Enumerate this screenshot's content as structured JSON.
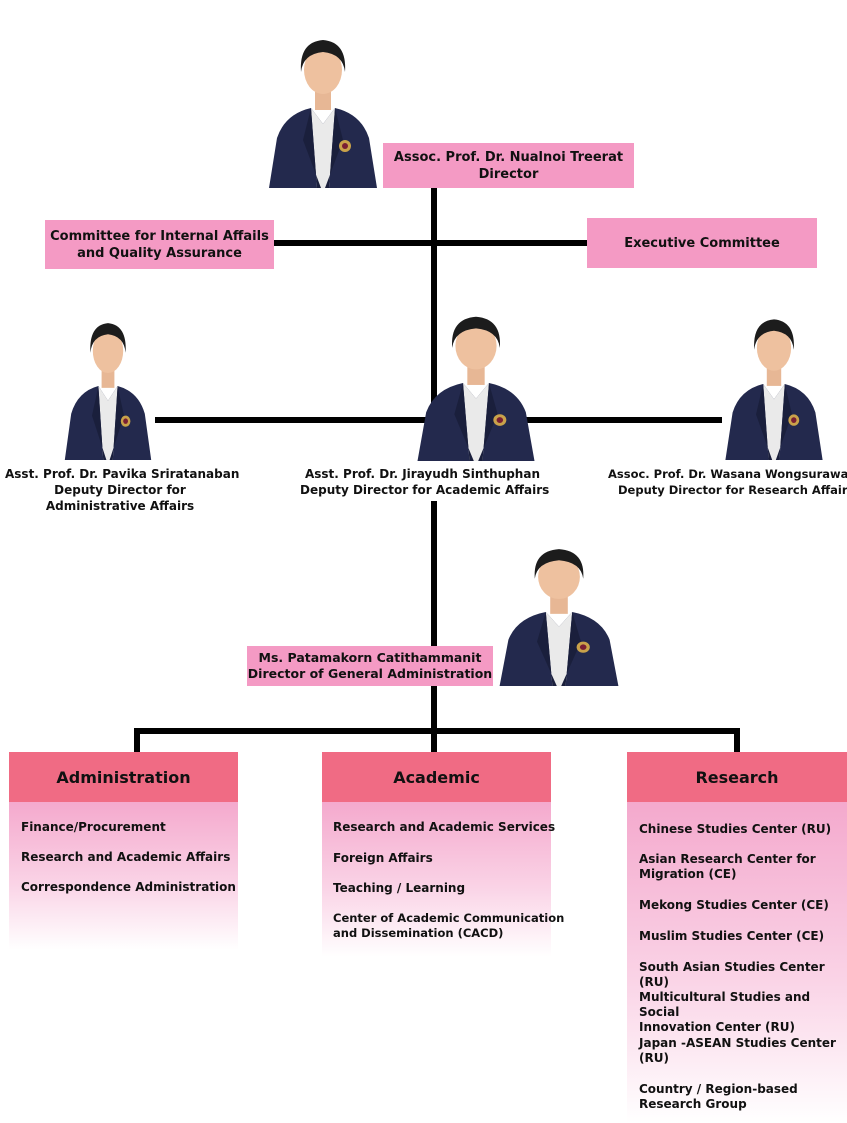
{
  "director": {
    "name": "Assoc. Prof. Dr. Nualnoi Treerat",
    "title": "Director"
  },
  "committees": {
    "internal": {
      "line1": "Committee for Internal Affails",
      "line2": "and Quality Assurance"
    },
    "executive": {
      "label": "Executive Committee"
    }
  },
  "deputies": [
    {
      "name": "Asst. Prof. Dr. Pavika Sriratanaban",
      "line2": "Deputy Director for",
      "line3": "Administrative Affairs"
    },
    {
      "name": "Asst. Prof. Dr. Jirayudh Sinthuphan",
      "line2": "Deputy Director for Academic Affairs"
    },
    {
      "name": "Assoc. Prof. Dr. Wasana Wongsurawat",
      "line2": "Deputy Director for Research Affairs"
    }
  ],
  "general_admin": {
    "name": "Ms. Patamakorn  Catithammanit",
    "title": "Director of General Administration"
  },
  "departments": [
    {
      "title": "Administration",
      "items": [
        [
          "Finance/Procurement"
        ],
        [
          "Research and Academic Affairs"
        ],
        [
          "Correspondence Administration"
        ]
      ]
    },
    {
      "title": "Academic",
      "items": [
        [
          "Research and Academic Services"
        ],
        [
          "Foreign Affairs"
        ],
        [
          "Teaching / Learning"
        ],
        [
          "Center of Academic Communication",
          "and Dissemination (CACD)"
        ]
      ]
    },
    {
      "title": "Research",
      "items": [
        [
          "Chinese Studies Center (RU)"
        ],
        [
          "Asian Research Center for",
          "Migration (CE)"
        ],
        [
          "Mekong Studies Center (CE)"
        ],
        [
          "Muslim Studies Center (CE)"
        ],
        [
          "South Asian Studies Center (RU)"
        ],
        [
          "Multicultural Studies and Social",
          "Innovation Center (RU)"
        ],
        [
          "Japan -ASEAN Studies Center",
          "(RU)"
        ],
        [
          "Country / Region-based",
          "Research Group"
        ]
      ]
    }
  ],
  "colors": {
    "box_pink": "#f49ac4",
    "dept_header": "#f06b84",
    "jacket": "#23294d",
    "line": "#000000"
  }
}
